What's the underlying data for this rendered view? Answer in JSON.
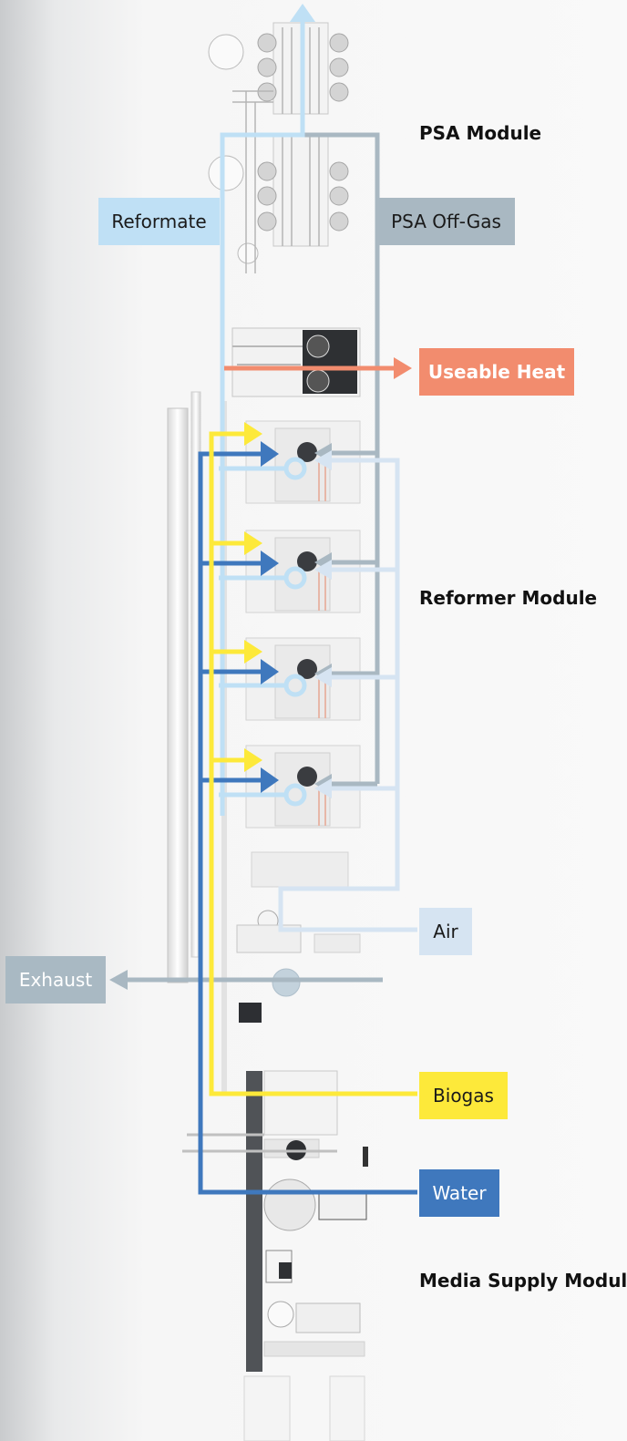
{
  "modules": {
    "psa": "PSA Module",
    "reformer": "Reformer Module",
    "media_supply": "Media Supply Module"
  },
  "flows": {
    "reformate": "Reformate",
    "psa_offgas": "PSA Off-Gas",
    "useable_heat": "Useable Heat",
    "air": "Air",
    "exhaust": "Exhaust",
    "biogas": "Biogas",
    "water": "Water"
  },
  "colors": {
    "reformate": "#bfe0f5",
    "psa_offgas": "#a9b8c2",
    "useable_heat": "#f28c6e",
    "air": "#d6e4f2",
    "exhaust": "#a9b9c3",
    "biogas": "#fde93a",
    "water": "#3f78bd"
  }
}
